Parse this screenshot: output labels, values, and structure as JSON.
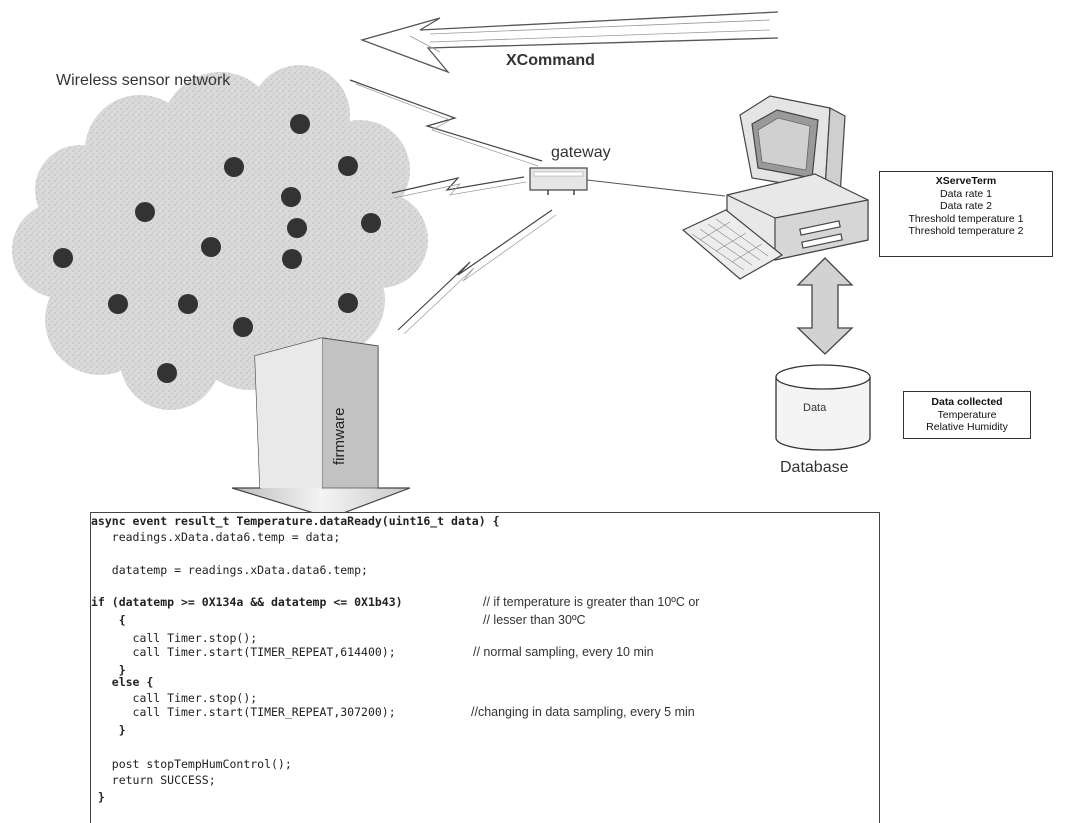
{
  "labels": {
    "network": "Wireless sensor network",
    "gateway": "gateway",
    "xcommand": "XCommand",
    "firmware": "firmware",
    "database": "Database",
    "data": "Data"
  },
  "xserve_box": {
    "title": "XServeTerm",
    "items": [
      "Data rate 1",
      "Data rate 2",
      "Threshold temperature 1",
      "Threshold temperature 2"
    ]
  },
  "collected_box": {
    "title": "Data collected",
    "items": [
      "Temperature",
      "Relative Humidity"
    ]
  },
  "code": {
    "lines": [
      "async event result_t Temperature.dataReady(uint16_t data) {",
      "   readings.xData.data6.temp = data;",
      "",
      "   datatemp = readings.xData.data6.temp;",
      "",
      "if (datatemp >= 0X134a && datatemp <= 0X1b43)",
      "    {",
      "      call Timer.stop();",
      "      call Timer.start(TIMER_REPEAT,614400);",
      "    }",
      "   else {",
      "      call Timer.stop();",
      "      call Timer.start(TIMER_REPEAT,307200);",
      "    }",
      "",
      "   post stopTempHumControl();",
      "   return SUCCESS;",
      " }"
    ],
    "comments": [
      "// if temperature is greater than 10ºC or",
      "// lesser than 30ºC",
      "// normal sampling, every 10 min",
      "//changing in data sampling, every 5 min"
    ]
  },
  "colors": {
    "ink": "#333333",
    "cloud": "#d6d6d6",
    "node": "#333333"
  }
}
